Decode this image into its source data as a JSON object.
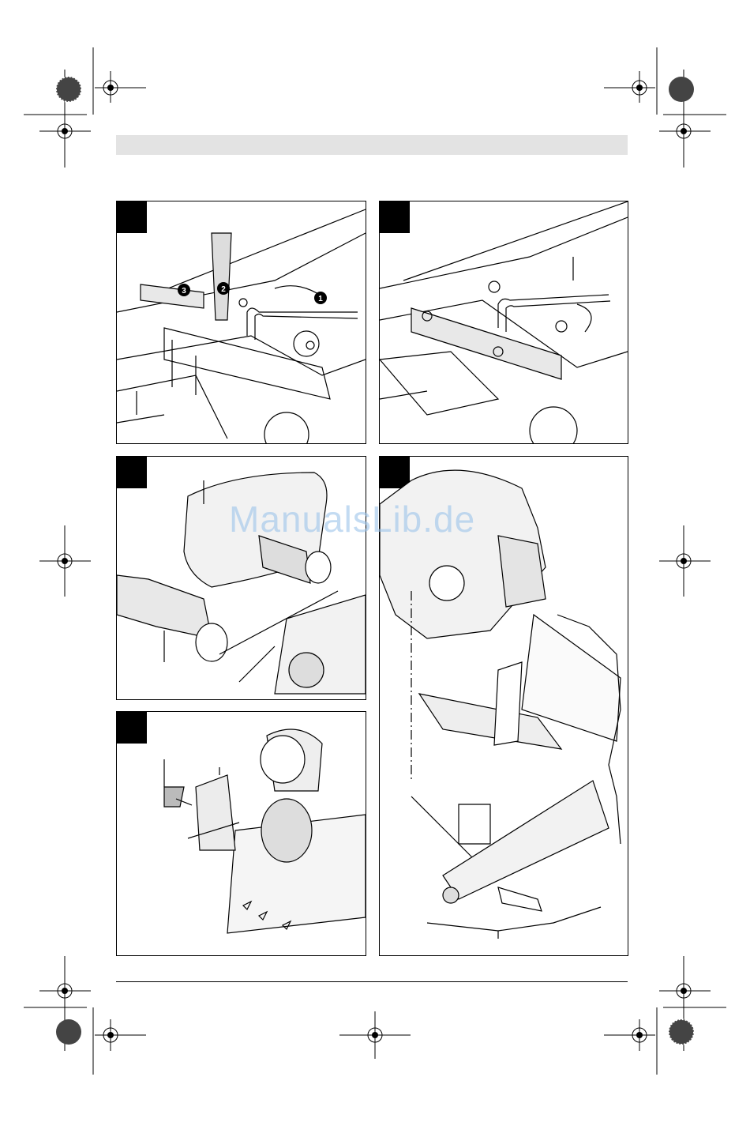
{
  "watermark": {
    "text": "ManualsLib.de"
  },
  "figures": [
    {
      "id": "fig-1",
      "step_markers": [
        "1",
        "2",
        "3"
      ]
    },
    {
      "id": "fig-2"
    },
    {
      "id": "fig-3"
    },
    {
      "id": "fig-4"
    },
    {
      "id": "fig-5"
    }
  ],
  "colors": {
    "header_bar": "#e3e3e3",
    "line_art": "#000000",
    "watermark": "#9cc4ea"
  }
}
